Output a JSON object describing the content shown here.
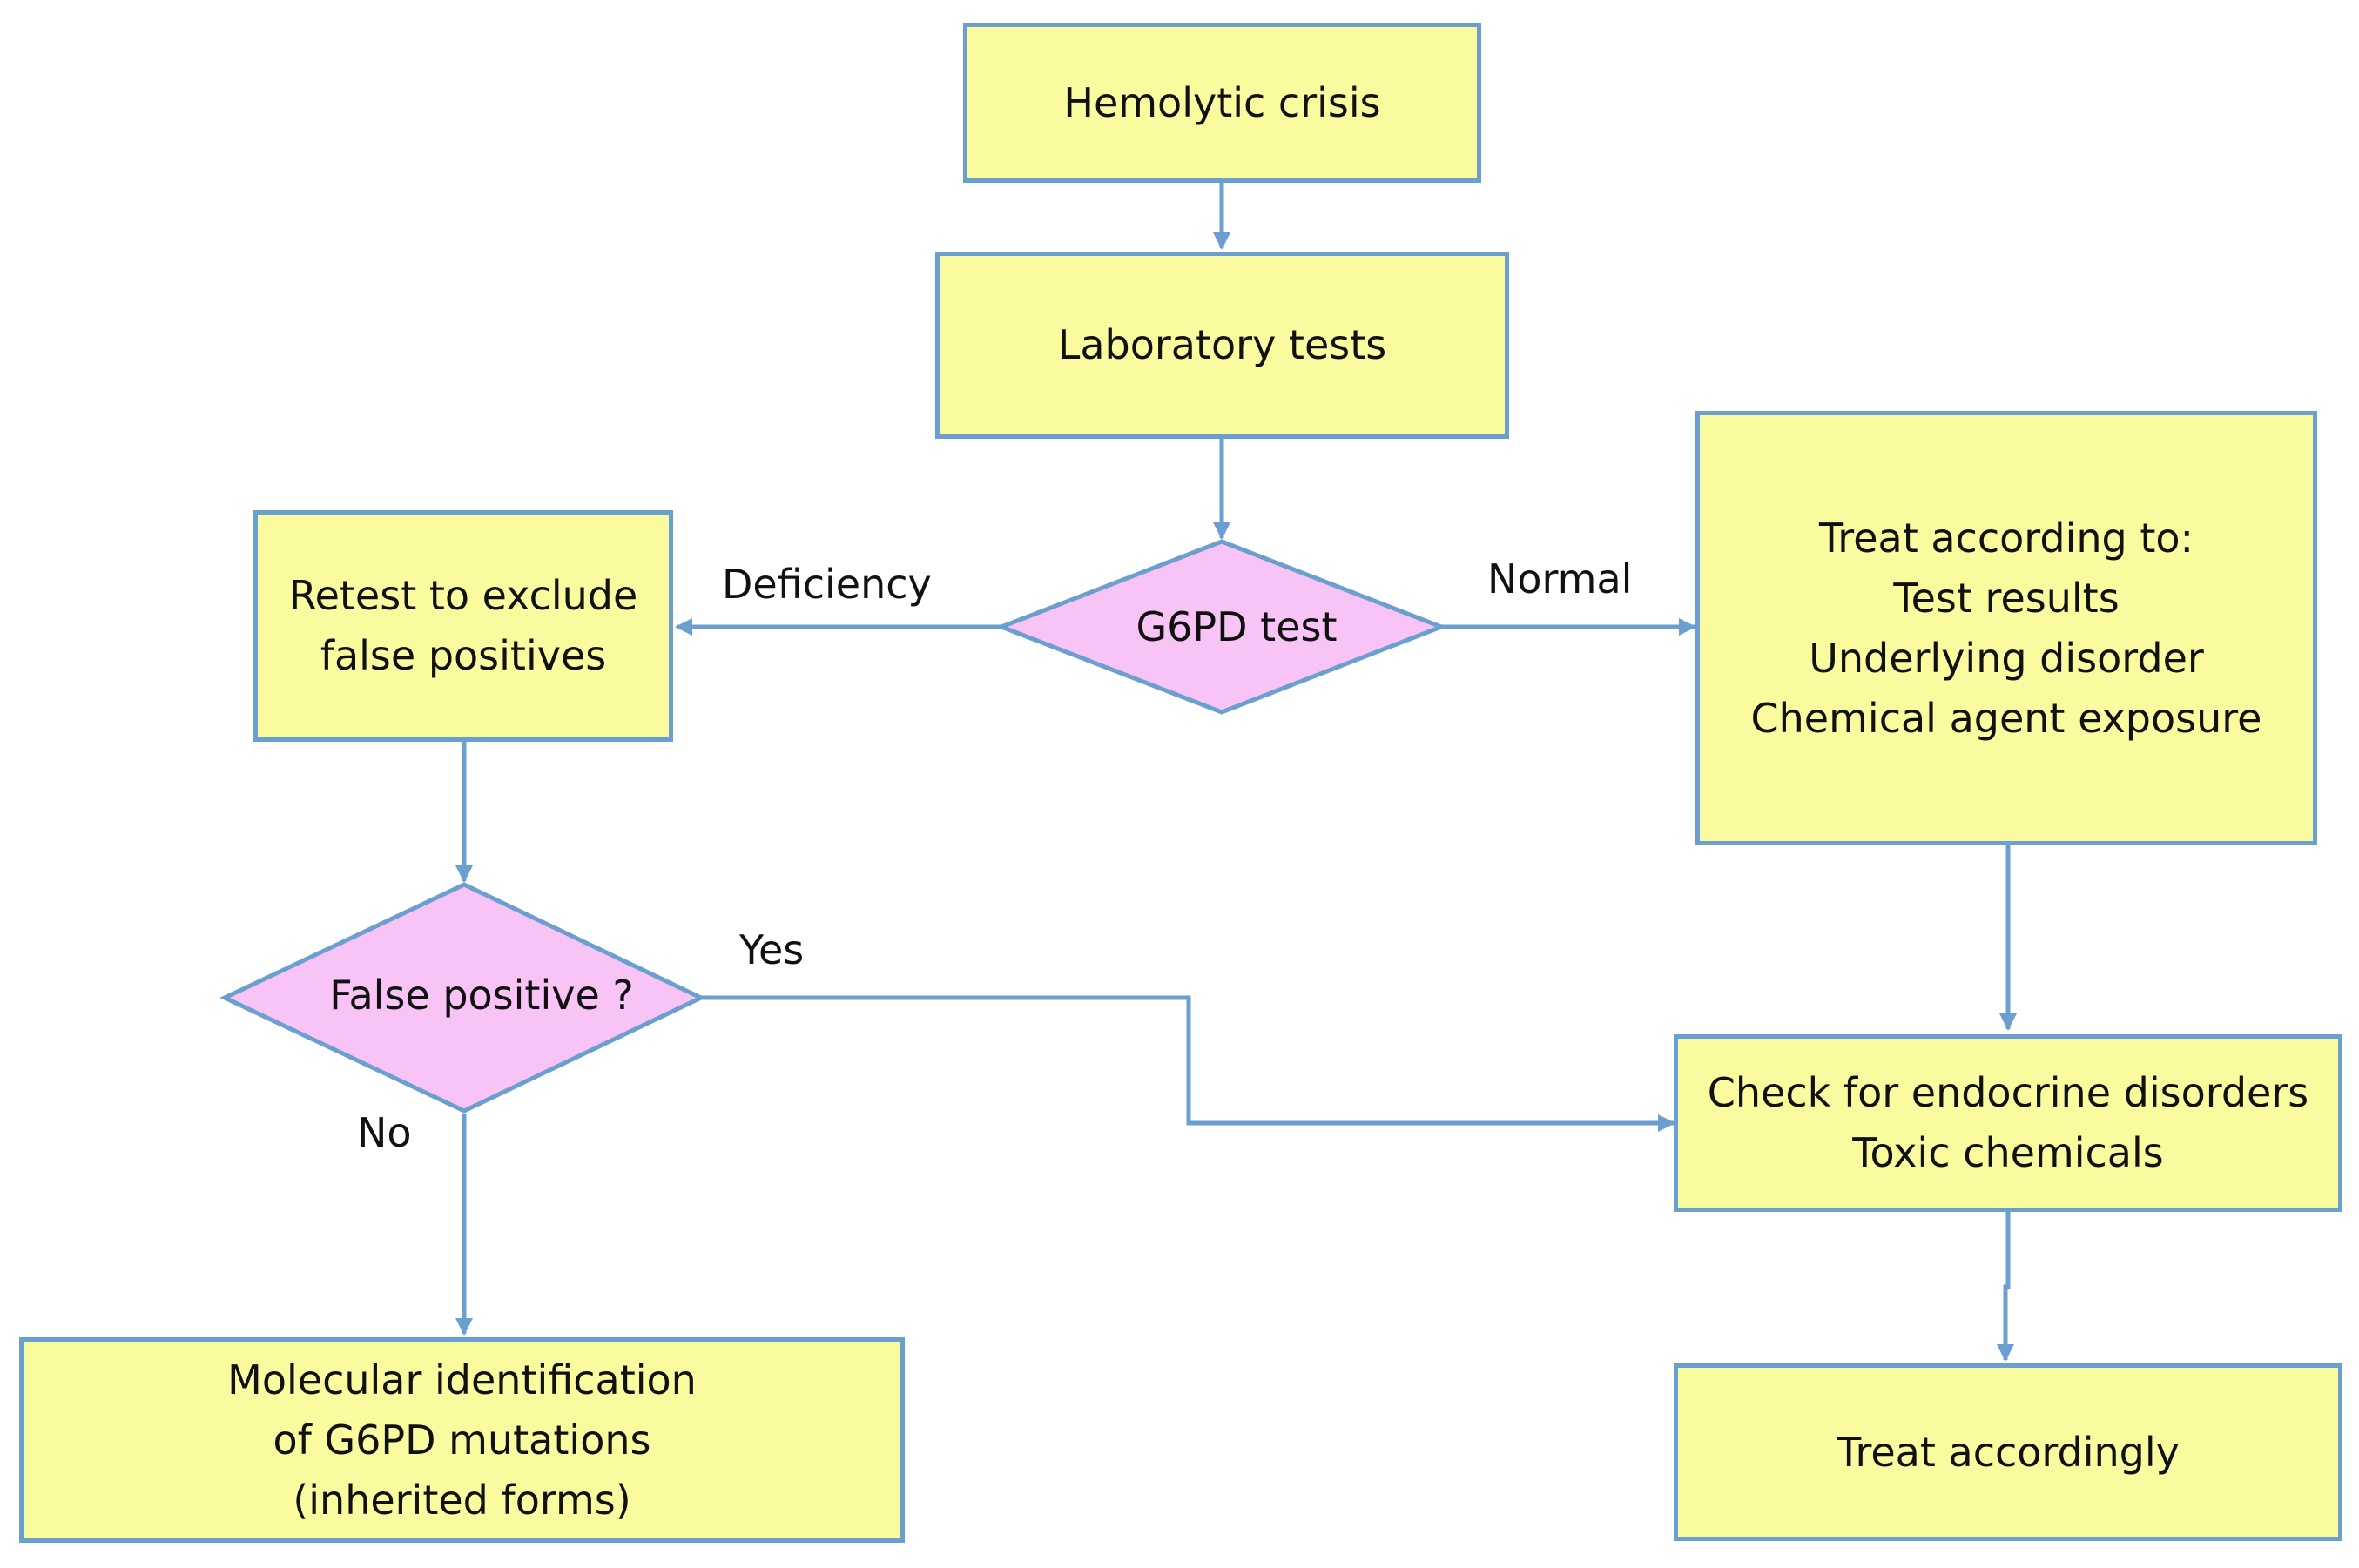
{
  "nodes": {
    "hemolytic_crisis": "Hemolytic crisis",
    "laboratory_tests": "Laboratory tests",
    "g6pd_test": "G6PD test",
    "retest": [
      "Retest to exclude",
      "false positives"
    ],
    "treat_according_to": [
      "Treat according to:",
      "Test results",
      "Underlying disorder",
      "Chemical agent exposure"
    ],
    "false_positive": "False positive ?",
    "check_endocrine": [
      "Check for endocrine disorders",
      "Toxic chemicals"
    ],
    "molecular_id": [
      "Molecular identification",
      "of G6PD mutations",
      "(inherited forms)"
    ],
    "treat_accordingly": "Treat accordingly"
  },
  "edge_labels": {
    "deficiency": "Deficiency",
    "normal": "Normal",
    "yes": "Yes",
    "no": "No"
  },
  "colors": {
    "box_fill": "#fafa9e",
    "decision_fill": "#f7c4f5",
    "stroke": "#6a9fd0"
  }
}
